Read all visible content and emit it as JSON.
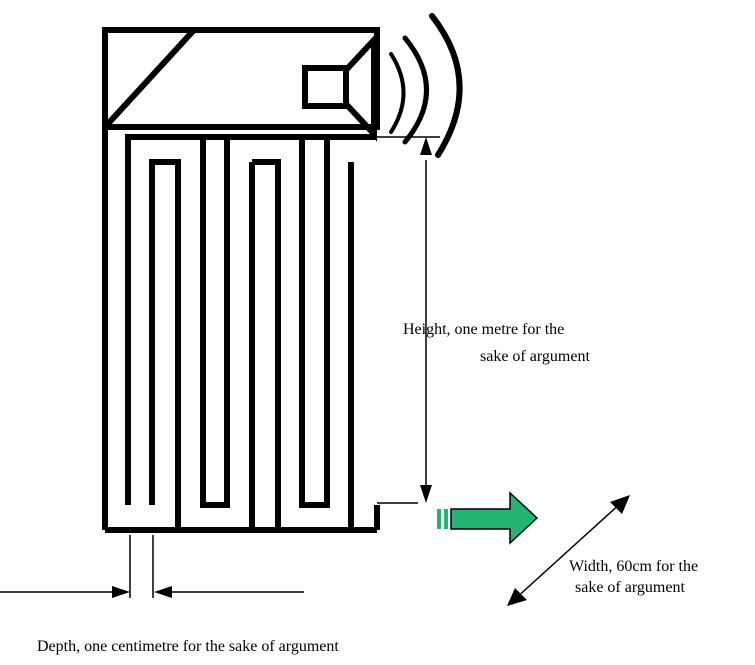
{
  "labels": {
    "height_line1": "Height, one metre  for the",
    "height_line2": "sake of argument",
    "width_line1": "Width, 60cm for the",
    "width_line2": "sake of argument",
    "depth": "Depth, one centimetre for the sake of argument"
  },
  "colors": {
    "stroke": "#000000",
    "airflow_arrow": "#22b573"
  },
  "icons": {
    "speaker": "speaker-icon",
    "sound_waves": "sound-waves-icon",
    "airflow": "airflow-arrow-icon"
  }
}
